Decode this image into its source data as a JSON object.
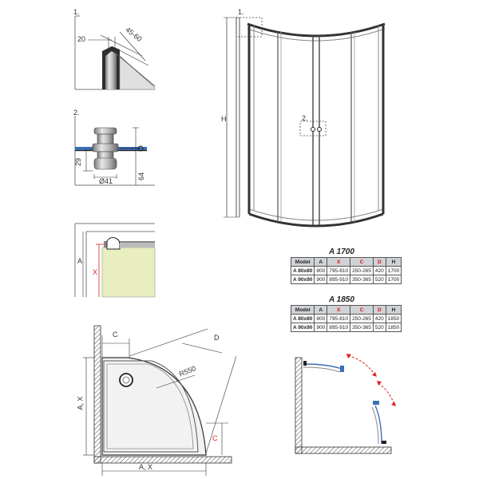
{
  "detail1": {
    "num": "1.",
    "dim_a": "20",
    "dim_b": "45-60"
  },
  "detail2": {
    "num": "2.",
    "dim_height": "29",
    "dim_diameter": "Ø41",
    "dim_total": "64"
  },
  "detail3": {
    "dim_a": "A",
    "dim_x": "X"
  },
  "front": {
    "dim_h": "H",
    "callout1": "1.",
    "callout2": "2."
  },
  "table_a1700": {
    "title": "A 1700",
    "headers": [
      "Model",
      "A",
      "X",
      "C",
      "D",
      "H"
    ],
    "rows": [
      [
        "A 80x80",
        "800",
        "795-810",
        "250-265",
        "420",
        "1700"
      ],
      [
        "A 90x90",
        "900",
        "895-910",
        "350-365",
        "520",
        "1700"
      ]
    ]
  },
  "table_a1850": {
    "title": "A 1850",
    "headers": [
      "Model",
      "A",
      "X",
      "C",
      "D",
      "H"
    ],
    "rows": [
      [
        "A 80x80",
        "800",
        "795-810",
        "250-265",
        "420",
        "1850"
      ],
      [
        "A 90x90",
        "900",
        "895-910",
        "350-365",
        "520",
        "1850"
      ]
    ]
  },
  "plan": {
    "dim_c_top": "C",
    "dim_d": "D",
    "dim_radius": "R550",
    "dim_ax_left": "A, X",
    "dim_c_right": "C",
    "dim_ax_bottom": "A, X"
  },
  "colors": {
    "accent_red": "#dd2222",
    "fill_yellow": "#e8eec0",
    "glass_blue": "#3a6fb5"
  }
}
